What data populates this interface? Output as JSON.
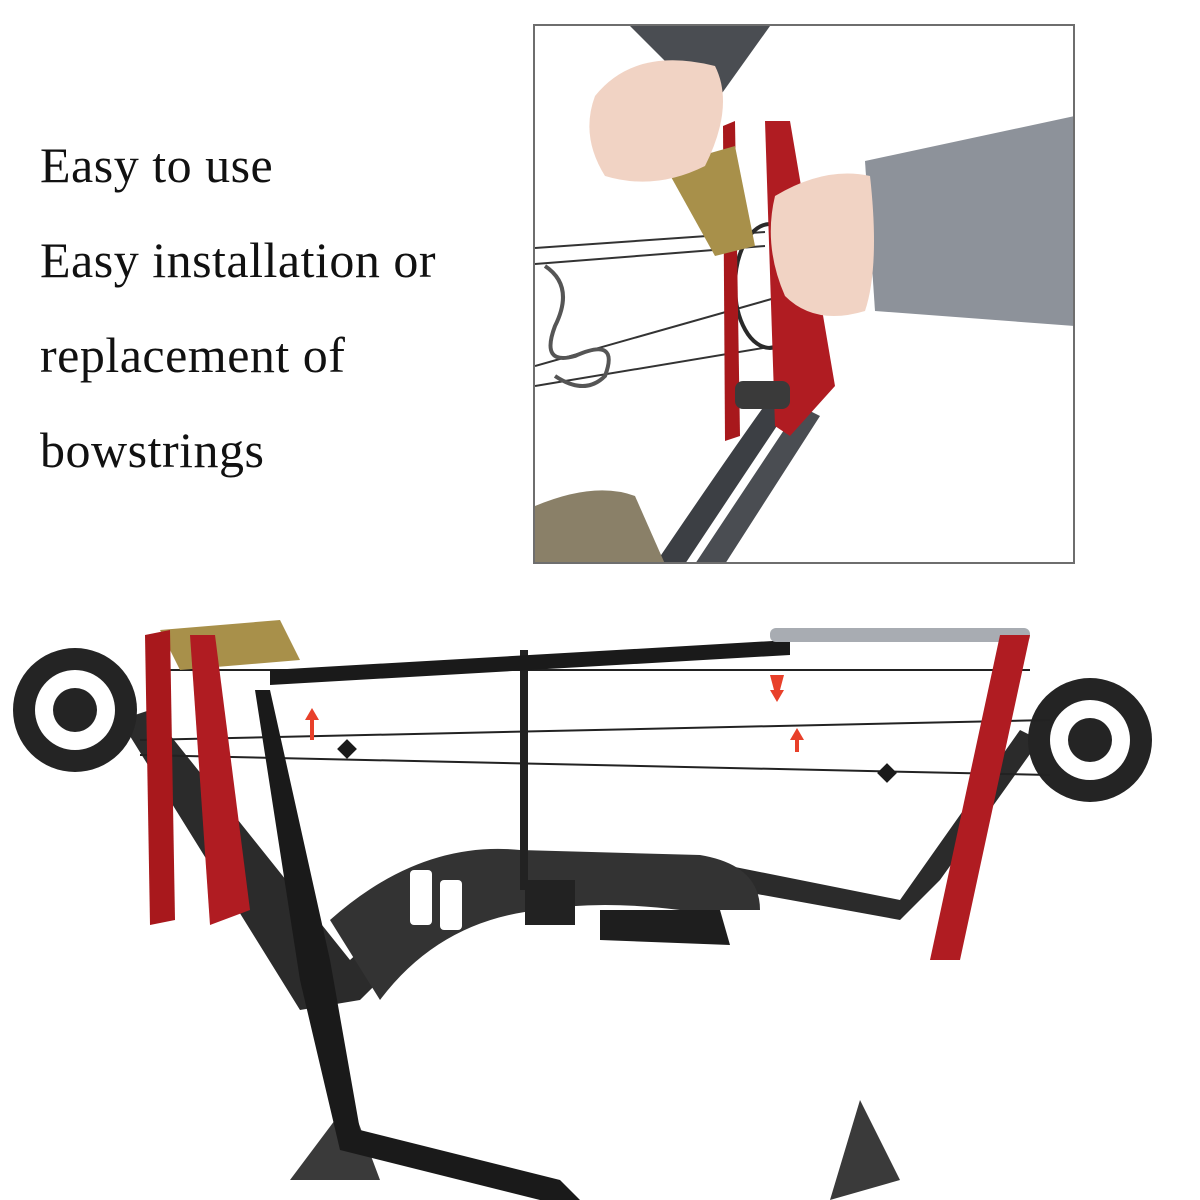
{
  "features": {
    "lines": [
      "Easy to use",
      "Easy installation or",
      "replacement of",
      "bowstrings"
    ]
  },
  "inset_photo": {
    "description": "Hands operating red bow press ratchet on compound bow limb",
    "border_color": "#6e6e6e"
  },
  "main_photo": {
    "description": "Compound bow mounted in red portable bow press with ratchet strap and turnbuckle",
    "colors": {
      "press_red": "#a8181c",
      "bow_black": "#2b2b2b",
      "ratchet_gold": "#a8904a",
      "arrow_red": "#e8402a"
    }
  }
}
